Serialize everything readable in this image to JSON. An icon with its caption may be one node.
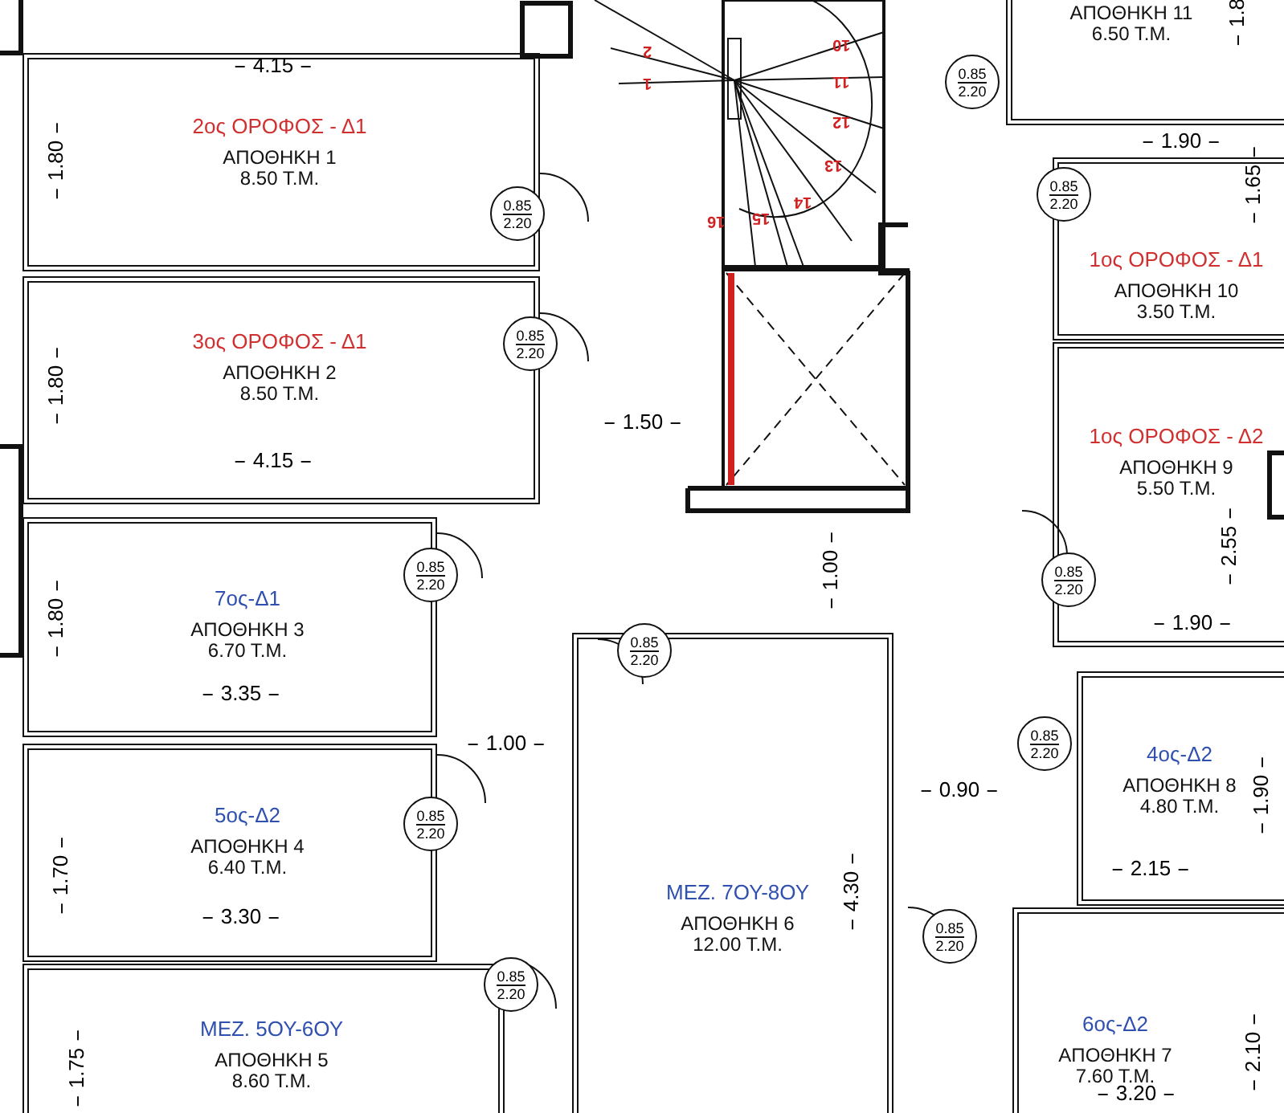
{
  "diagram": {
    "nodes": [
      {
        "text": [
          "2ος ΟΡΟΦΟΣ - Δ1",
          "ΑΠΟΘΗΚΗ 1",
          "8.50 Τ.Μ."
        ]
      },
      {
        "text": [
          "3ος ΟΡΟΦΟΣ - Δ1",
          "ΑΠΟΘΗΚΗ 2",
          "8.50 Τ.Μ."
        ]
      },
      {
        "text": [
          "7ος-Δ1",
          "ΑΠΟΘΗΚΗ 3",
          "6.70 Τ.Μ."
        ]
      },
      {
        "text": [
          "5ος-Δ2",
          "ΑΠΟΘΗΚΗ 4",
          "6.40 Τ.Μ."
        ]
      },
      {
        "text": [
          "ΜΕΖ. 5ΟΥ-6ΟΥ",
          "ΑΠΟΘΗΚΗ 5",
          "8.60 Τ.Μ."
        ]
      },
      {
        "text": [
          "ΜΕΖ. 7ΟΥ-8ΟΥ",
          "ΑΠΟΘΗΚΗ 6",
          "12.00 Τ.Μ."
        ]
      },
      {
        "text": [
          "6ος-Δ2",
          "ΑΠΟΘΗΚΗ 7",
          "7.60 Τ.Μ."
        ]
      },
      {
        "text": [
          "4ος-Δ2",
          "ΑΠΟΘΗΚΗ 8",
          "4.80 Τ.Μ."
        ]
      },
      {
        "text": [
          "1ος ΟΡΟΦΟΣ - Δ2",
          "ΑΠΟΘΗΚΗ 9",
          "5.50 Τ.Μ."
        ]
      },
      {
        "text": [
          "1ος ΟΡΟΦΟΣ - Δ1",
          "ΑΠΟΘΗΚΗ 10",
          "3.50 Τ.Μ."
        ]
      },
      {
        "text": [
          "ΑΠΟΘΗΚΗ 11",
          "6.50 Τ.Μ."
        ]
      },
      {
        "text": [
          "0.85",
          "2.20"
        ]
      },
      {
        "text": [
          "0.85",
          "2.20"
        ]
      },
      {
        "text": [
          "0.85",
          "2.20"
        ]
      },
      {
        "text": [
          "0.85",
          "2.20"
        ]
      },
      {
        "text": [
          "0.85",
          "2.20"
        ]
      },
      {
        "text": [
          "0.85",
          "2.20"
        ]
      },
      {
        "text": [
          "0.85",
          "2.20"
        ]
      },
      {
        "text": [
          "0.85",
          "2.20"
        ]
      },
      {
        "text": [
          "0.85",
          "2.20"
        ]
      },
      {
        "text": [
          "0.85",
          "2.20"
        ]
      },
      {
        "text": [
          "0.85",
          "2.20"
        ]
      }
    ],
    "labels": [
      "4.15",
      "1.80",
      "1.80",
      "4.15",
      "1.50",
      "1.00",
      "1.80",
      "3.35",
      "1.00",
      "1.70",
      "3.30",
      "1.75",
      "4.30",
      "0.90",
      "1.90",
      "1.65",
      "2.55",
      "1.90",
      "1.90",
      "2.15",
      "2.10",
      "3.20",
      "1.8",
      "2",
      "1",
      "10",
      "11",
      "12",
      "13",
      "14",
      "15",
      "16"
    ]
  }
}
